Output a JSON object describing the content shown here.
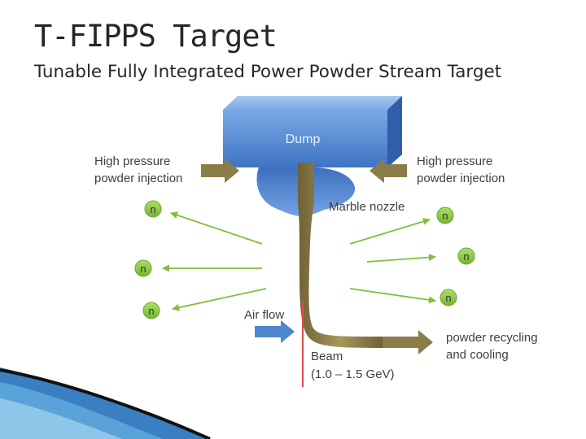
{
  "title": "T-FIPPS Target",
  "subtitle": "Tunable Fully Integrated Power Powder Stream Target",
  "diagram": {
    "dump_label": "Dump",
    "left_injection": [
      "High pressure",
      "powder injection"
    ],
    "right_injection": [
      "High pressure",
      "powder injection"
    ],
    "nozzle_label": "Marble nozzle",
    "airflow_label": "Air flow",
    "recycling_label": [
      "powder recycling",
      "and cooling"
    ],
    "beam_label": [
      "Beam",
      "(1.0 – 1.5 GeV)"
    ],
    "neutron_label": "n",
    "colors": {
      "dump": "#5b8fd6",
      "powder": "#8b7d48",
      "beam": "#e04a4a",
      "neutron_fill": "#8cc63f",
      "neutron_arrow": "#7fbf3a",
      "airflow": "#4f86d0"
    }
  }
}
